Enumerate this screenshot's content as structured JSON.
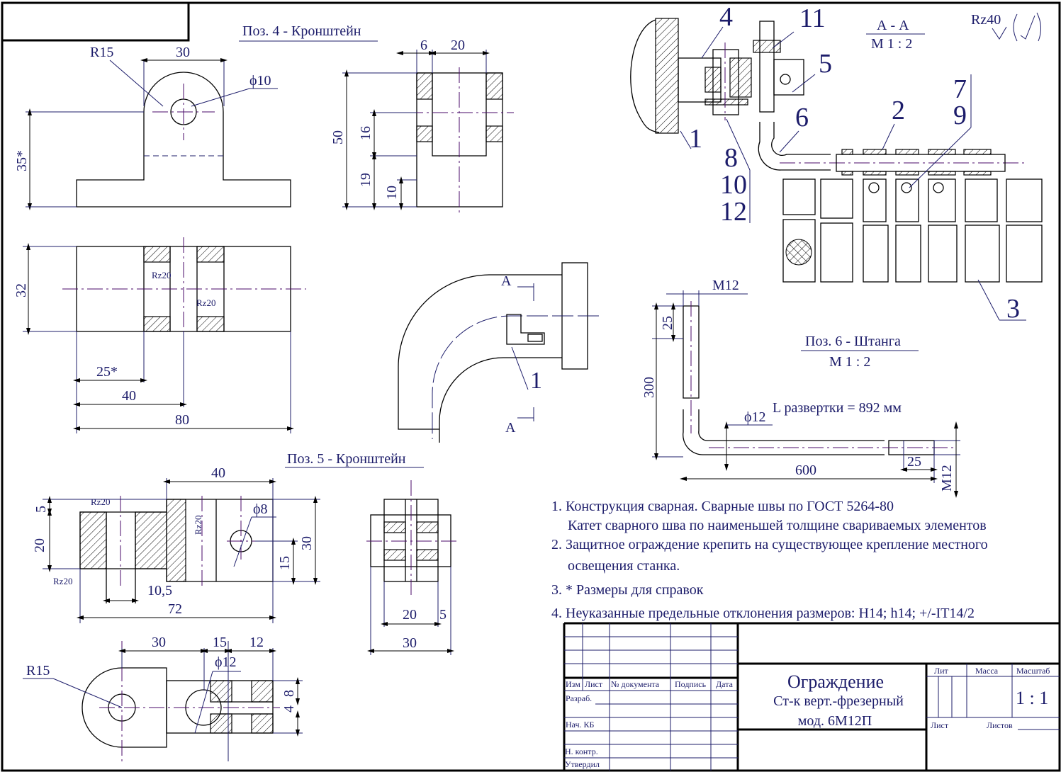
{
  "pos4": {
    "title": "Поз. 4 - Кронштейн",
    "front": [
      "R15",
      "30",
      "ϕ10",
      "35*"
    ],
    "side": [
      "6",
      "20",
      "50",
      "16",
      "19",
      "10"
    ],
    "top": [
      "32",
      "Rz20",
      "Rz20",
      "25*",
      "40",
      "80"
    ]
  },
  "section_view": {
    "cut_top": "A",
    "cut_bottom": "A",
    "callout": "1"
  },
  "assembly": {
    "section_title": "А - А",
    "section_scale": "М 1 : 2",
    "roughness": "Rz40",
    "callouts": [
      "4",
      "11",
      "5",
      "6",
      "2",
      "7",
      "9",
      "1",
      "8",
      "10",
      "12",
      "3"
    ]
  },
  "pos6": {
    "title": "Поз. 6 - Штанга",
    "scale": "М 1 : 2",
    "dims": [
      "М12",
      "25",
      "300",
      "ϕ12",
      "L развертки = 892 мм",
      "600",
      "25",
      "М12"
    ]
  },
  "pos5": {
    "title": "Поз. 5 - Кронштейн",
    "front": [
      "40",
      "5",
      "Rz20",
      "ϕ8",
      "20",
      "Rz20",
      "30",
      "15",
      "Rz20",
      "10,5",
      "72"
    ],
    "side": [
      "20",
      "5",
      "30"
    ],
    "top": [
      "30",
      "15",
      "12",
      "ϕ12",
      "R15",
      "8",
      "4"
    ]
  },
  "notes": [
    "1. Конструкция сварная. Сварные швы по ГОСТ 5264-80",
    "Катет сварного шва по наименьшей толщине свариваемых элементов",
    "2. Защитное ограждение крепить на существующее крепление местного",
    "освещения станка.",
    "3. * Размеры для справок",
    "4. Неуказанные предельные отклонения размеров: Н14; h14; +/-IT14/2"
  ],
  "title_block": {
    "headers": [
      "Изм",
      "Лист",
      "№ документа",
      "Подпись",
      "Дата"
    ],
    "roles": [
      "Разраб.",
      "Нач. КБ",
      "Н. контр.",
      "Утвердил"
    ],
    "name": "Ограждение",
    "machine": "Ст-к верт.-фрезерный",
    "model": "мод. 6М12П",
    "lit_label": "Лит",
    "mass_label": "Масса",
    "scale_label": "Масштаб",
    "scale": "1 : 1",
    "sheet_label": "Лист",
    "sheets_label": "Листов"
  }
}
